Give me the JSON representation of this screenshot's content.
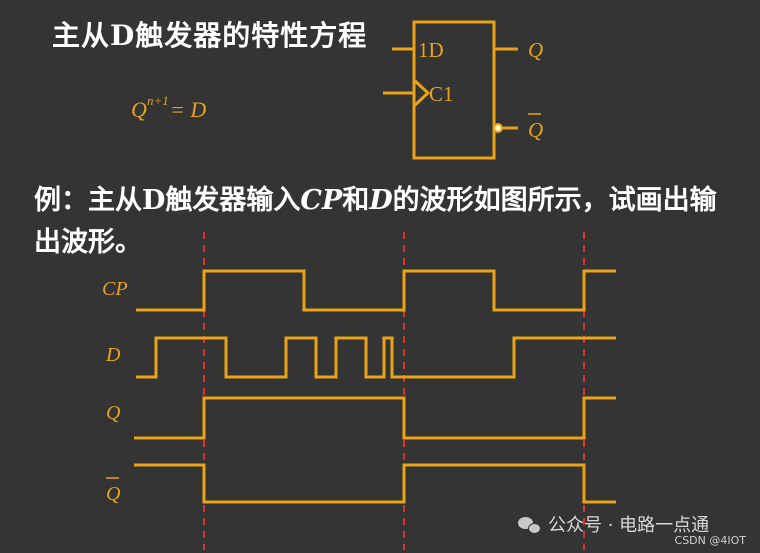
{
  "title": "主从D触发器的特性方程",
  "equation": {
    "base": "Q",
    "sup": "n+1",
    "rhs": "= D"
  },
  "symbol": {
    "input_d": "1D",
    "input_clk": "C1",
    "out_q": "Q",
    "out_qbar": "Q"
  },
  "question": {
    "prefix": "例：主从D触发器输入",
    "cp": "CP",
    "and": "和",
    "d": "D",
    "suffix": "的波形如图所示，试画出输出波形。"
  },
  "waveform_labels": {
    "cp": "CP",
    "d": "D",
    "q": "Q",
    "qbar": "Q"
  },
  "watermark": {
    "text": "公众号 · 电路一点通",
    "csdn": "CSDN @4IOT"
  },
  "colors": {
    "background": "#343434",
    "signal": "#e8a317",
    "guide": "#d9342b",
    "text": "#ffffff"
  }
}
